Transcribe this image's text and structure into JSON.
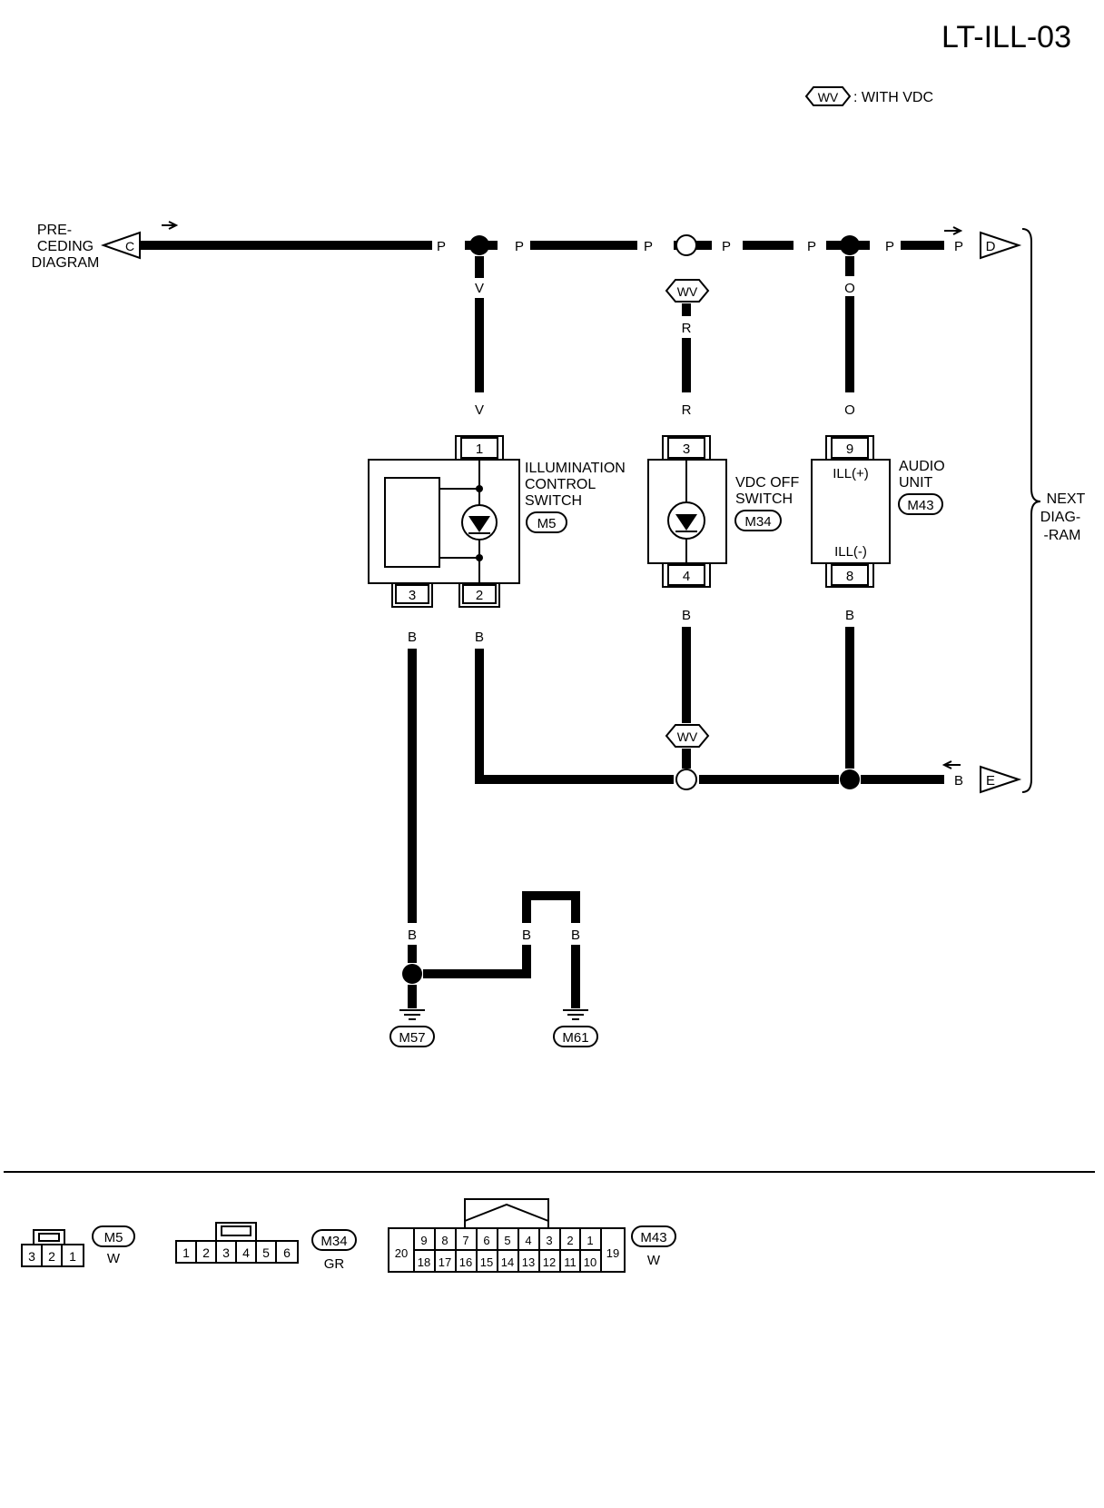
{
  "title": "LT-ILL-03",
  "legend": {
    "tag": "WV",
    "text": ": WITH VDC"
  },
  "prev": {
    "line1": "PRE-",
    "line2": "CEDING",
    "line3": "DIAGRAM",
    "connector": "C"
  },
  "next": {
    "line1": "NEXT",
    "line2": "DIAG-",
    "line3": "-RAM",
    "connector_d": "D",
    "connector_e": "E"
  },
  "wire_colors": {
    "p": "P",
    "v": "V",
    "r": "R",
    "o": "O",
    "b": "B"
  },
  "optional_tag": "WV",
  "components": {
    "ill_switch": {
      "line1": "ILLUMINATION",
      "line2": "CONTROL",
      "line3": "SWITCH",
      "conn": "M5",
      "pin_top": "1",
      "pin_b1": "3",
      "pin_b2": "2"
    },
    "vdc_switch": {
      "line1": "VDC OFF",
      "line2": "SWITCH",
      "conn": "M34",
      "pin_top": "3",
      "pin_bottom": "4"
    },
    "audio": {
      "line1": "AUDIO",
      "line2": "UNIT",
      "conn": "M43",
      "pin_top": "9",
      "pin_bottom": "8",
      "ill_plus": "ILL(+)",
      "ill_minus": "ILL(-)"
    }
  },
  "grounds": {
    "g1": "M57",
    "g2": "M61"
  },
  "connector_views": {
    "m5": {
      "id": "M5",
      "color": "W",
      "pins": [
        "3",
        "2",
        "1"
      ]
    },
    "m34": {
      "id": "M34",
      "color": "GR",
      "pins": [
        "1",
        "2",
        "3",
        "4",
        "5",
        "6"
      ]
    },
    "m43": {
      "id": "M43",
      "color": "W",
      "top_pins": [
        "9",
        "8",
        "7",
        "6",
        "5",
        "4",
        "3",
        "2",
        "1"
      ],
      "bottom_pins": [
        "18",
        "17",
        "16",
        "15",
        "14",
        "13",
        "12",
        "11",
        "10"
      ],
      "left_pin": "20",
      "right_pin": "19"
    }
  }
}
